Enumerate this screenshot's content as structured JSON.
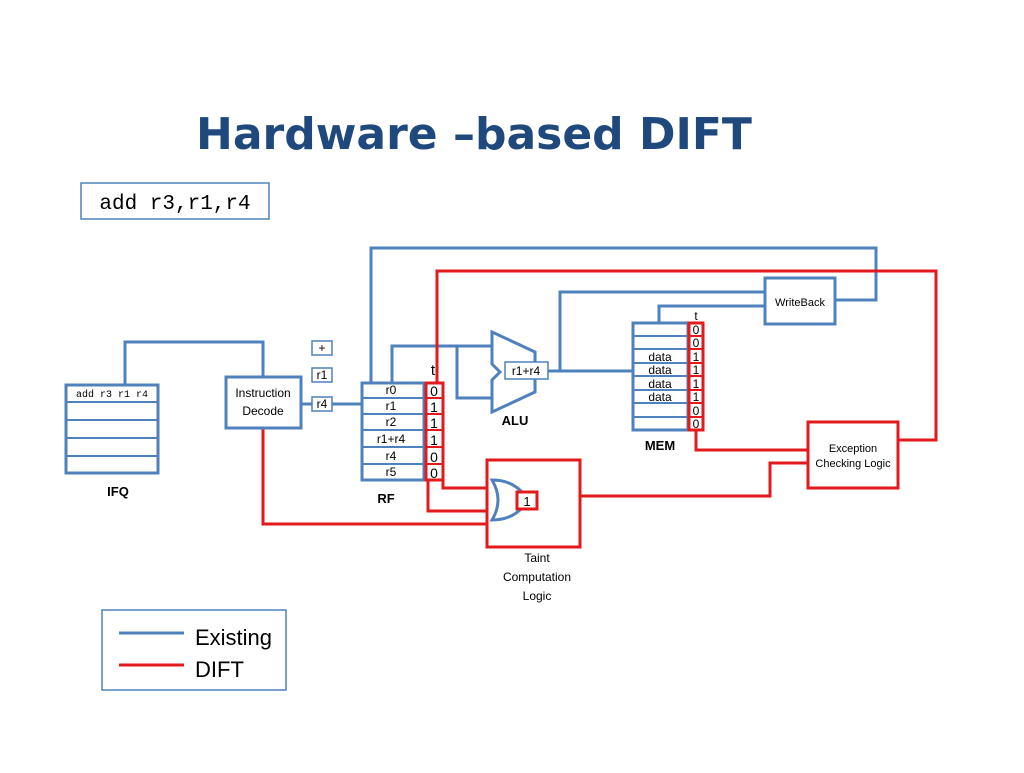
{
  "title": "Hardware –based DIFT",
  "instruction": "add r3,r1,r4",
  "ifq": {
    "label": "IFQ",
    "first_entry": "add r3 r1 r4"
  },
  "decode": {
    "line1": "Instruction",
    "line2": "Decode"
  },
  "operands": [
    "+",
    "r1",
    "r4"
  ],
  "rf": {
    "label": "RF",
    "tag_header": "t",
    "registers": [
      "r0",
      "r1",
      "r2",
      "r1+r4",
      "r4",
      "r5"
    ],
    "tags": [
      "0",
      "1",
      "1",
      "1",
      "0",
      "0"
    ]
  },
  "alu": {
    "label": "ALU",
    "output": "r1+r4"
  },
  "mem": {
    "label": "MEM",
    "tag_header": "t",
    "rows": [
      "",
      "",
      "data",
      "data",
      "data",
      "data",
      "",
      ""
    ],
    "tags": [
      "0",
      "0",
      "1",
      "1",
      "1",
      "1",
      "0",
      "0"
    ]
  },
  "writeback": {
    "label": "WriteBack"
  },
  "exception": {
    "line1": "Exception",
    "line2": "Checking Logic"
  },
  "taint": {
    "value": "1",
    "line1": "Taint",
    "line2": "Computation",
    "line3": "Logic"
  },
  "legend": {
    "existing": "Existing",
    "dift": "DIFT",
    "existing_color": "#4f81bd",
    "dift_color": "#e31a1c"
  }
}
